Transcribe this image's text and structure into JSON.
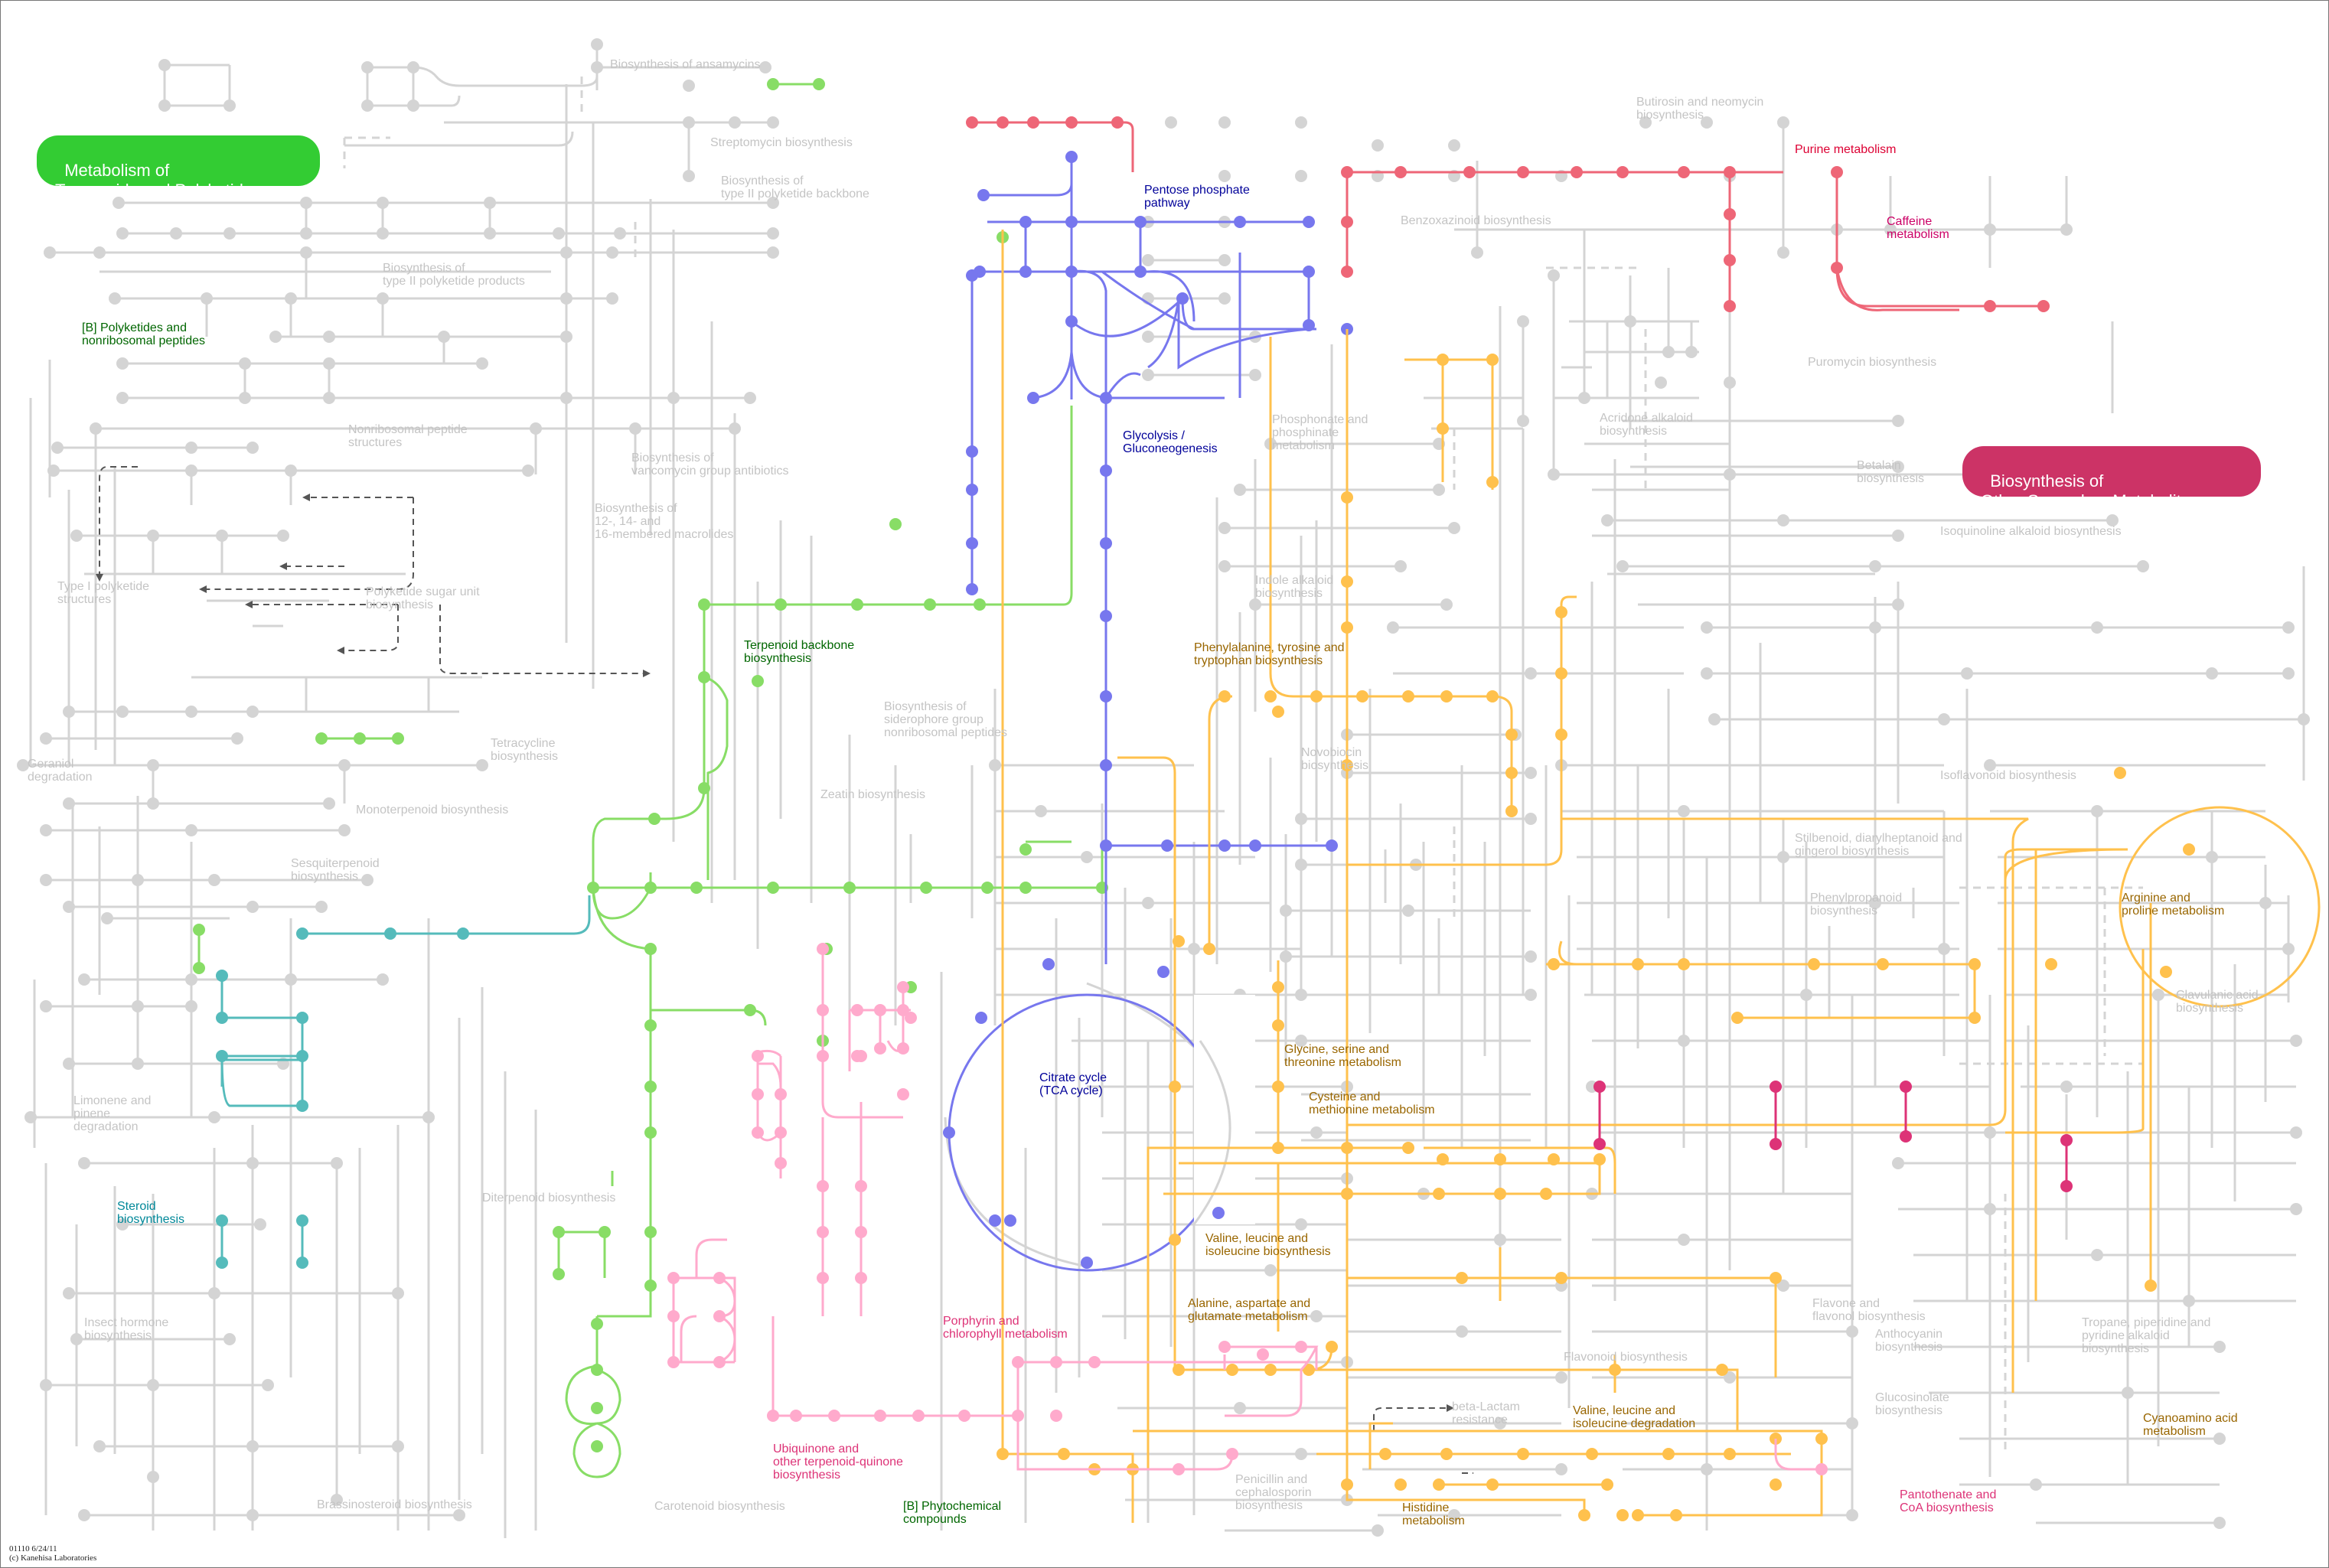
{
  "colors": {
    "background": "#ffffff",
    "inactive_pathway": "#d4d4d4",
    "terpenoids_polyketides": "#33cc33",
    "secondary_metabolites": "#cc3366",
    "green_pathways": "#88dd66",
    "blue_pathways": "#7777ee",
    "orange_pathways": "#ffc14d",
    "red_pathways": "#ee6677",
    "pink_pathways": "#ffaacc",
    "teal_pathways": "#55bbbb",
    "magenta_pathways": "#dd3377",
    "dark_green_label": "#006600",
    "dark_blue_label": "#000099",
    "dark_orange_label": "#996600",
    "red_label": "#dd0033",
    "magenta_label": "#cc0066",
    "teal_label": "#008899"
  },
  "category_badges": {
    "terpenoids": "Metabolism of\nTerpenoids and Polyketides",
    "secondary": "Biosynthesis of\nOther Secondary Metabolites"
  },
  "labels": {
    "ansamycins": "Biosynthesis of ansamycins",
    "butirosin": "Butirosin and neomycin\nbiosynthesis",
    "streptomycin": "Streptomycin biosynthesis",
    "type2_backbone": "Biosynthesis of\ntype II polyketide backbone",
    "pentose": "Pentose phosphate\npathway",
    "purine": "Purine metabolism",
    "caffeine": "Caffeine\nmetabolism",
    "benzoxazinoid": "Benzoxazinoid biosynthesis",
    "type2_products": "Biosynthesis of\ntype II polyketide products",
    "polyketides_nrp": "[B] Polyketides and\nnonribosomal peptides",
    "puromycin": "Puromycin biosynthesis",
    "nonribosomal": "Nonribosomal peptide\nstructures",
    "phosphonate": "Phosphonate and\nphosphinate\nmetabolism",
    "acridone": "Acridone alkaloid\nbiosynthesis",
    "glycolysis": "Glycolysis /\nGluconeogenesis",
    "vancomycin": "Biosynthesis of\nvancomycin group antibiotics",
    "betalain": "Betalain\nbiosynthesis",
    "macrolides": "Biosynthesis of\n12-, 14- and\n16-membered macrolides",
    "isoquinoline": "Isoquinoline alkaloid biosynthesis",
    "type1_structures": "Type I polyketide\nstructures",
    "polyketide_sugar": "Polyketide sugar unit\nbiosynthesis",
    "indole": "Indole alkaloid\nbiosynthesis",
    "terpenoid_backbone": "Terpenoid backbone\nbiosynthesis",
    "phenylalanine_tyr_trp": "Phenylalanine, tyrosine and\ntryptophan biosynthesis",
    "siderophore": "Biosynthesis of\nsiderophore group\nnonribosomal peptides",
    "tetracycline": "Tetracycline\nbiosynthesis",
    "novobiocin": "Novobiocin\nbiosynthesis",
    "geraniol": "Geraniol\ndegradation",
    "isoflavonoid": "Isoflavonoid biosynthesis",
    "zeatin": "Zeatin biosynthesis",
    "monoterpenoid": "Monoterpenoid biosynthesis",
    "stilbenoid": "Stilbenoid, diarylheptanoid and\ngingerol biosynthesis",
    "sesquiterpenoid": "Sesquiterpenoid\nbiosynthesis",
    "phenylpropanoid": "Phenylpropanoid\nbiosynthesis",
    "arginine_proline": "Arginine and\nproline metabolism",
    "clavulanic": "Clavulanic acid\nbiosynthesis",
    "glycine_serine": "Glycine, serine and\nthreonine metabolism",
    "limonene": "Limonene and\npinene\ndegradation",
    "citrate": "Citrate cycle\n(TCA cycle)",
    "cysteine_methionine": "Cysteine and\nmethionine metabolism",
    "diterpenoid": "Diterpenoid biosynthesis",
    "steroid": "Steroid\nbiosynthesis",
    "valine_bio": "Valine, leucine and\nisoleucine biosynthesis",
    "alanine": "Alanine, aspartate and\nglutamate metabolism",
    "flavone": "Flavone and\nflavonol biosynthesis",
    "insect_hormone": "Insect hormone\nbiosynthesis",
    "porphyrin": "Porphyrin and\nchlorophyll metabolism",
    "tropane": "Tropane, piperidine and\npyridine alkaloid\nbiosynthesis",
    "anthocyanin": "Anthocyanin\nbiosynthesis",
    "flavonoid": "Flavonoid biosynthesis",
    "beta_lactam": "beta-Lactam\nresistance",
    "valine_deg": "Valine, leucine and\nisoleucine degradation",
    "glucosinolate": "Glucosinolate\nbiosynthesis",
    "cyanoamino": "Cyanoamino acid\nmetabolism",
    "ubiquinone": "Ubiquinone and\nother terpenoid-quinone\nbiosynthesis",
    "penicillin": "Penicillin and\ncephalosporin\nbiosynthesis",
    "pantothenate": "Pantothenate and\nCoA biosynthesis",
    "brassinosteroid": "Brassinosteroid biosynthesis",
    "carotenoid": "Carotenoid biosynthesis",
    "phytochemical": "[B] Phytochemical\ncompounds",
    "histidine": "Histidine\nmetabolism"
  },
  "copyright": "01110 6/24/11\n(c) Kanehisa Laboratories"
}
